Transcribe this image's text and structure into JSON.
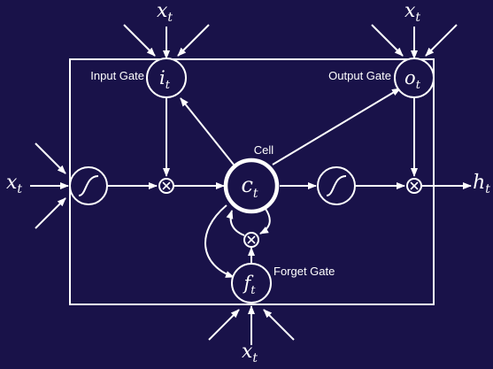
{
  "labels": {
    "input_gate": "Input Gate",
    "output_gate": "Output Gate",
    "forget_gate": "Forget Gate",
    "cell": "Cell"
  },
  "nodes": {
    "input_gate": {
      "var": "i",
      "sub": "t"
    },
    "output_gate": {
      "var": "o",
      "sub": "t"
    },
    "forget_gate": {
      "var": "f",
      "sub": "t"
    },
    "cell": {
      "var": "c",
      "sub": "t"
    }
  },
  "inputs": {
    "top_left": {
      "var": "x",
      "sub": "t"
    },
    "top_right": {
      "var": "x",
      "sub": "t"
    },
    "left": {
      "var": "x",
      "sub": "t"
    },
    "bottom": {
      "var": "x",
      "sub": "t"
    }
  },
  "output": {
    "var": "h",
    "sub": "t"
  },
  "colors": {
    "background": "#191249",
    "stroke": "#ffffff"
  }
}
